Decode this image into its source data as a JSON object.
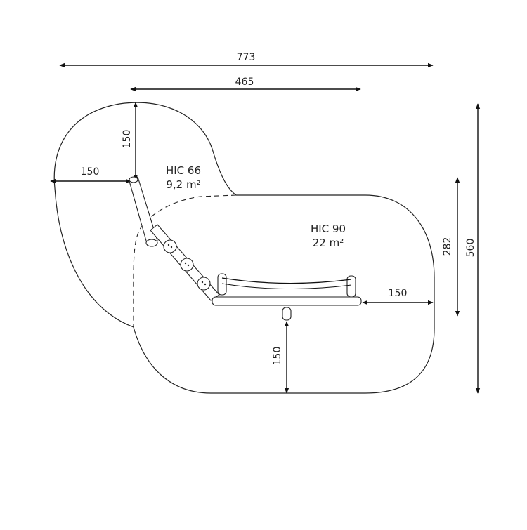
{
  "diagram": {
    "dimensions": {
      "total_width": "773",
      "inner_width": "465",
      "total_height": "560",
      "inner_height": "282",
      "left_top_vertical": "150",
      "left_horizontal": "150",
      "right_horizontal": "150",
      "bottom_vertical": "150"
    },
    "zones": {
      "hic66": {
        "label": "HIC 66",
        "area": "9,2 m²"
      },
      "hic90": {
        "label": "HIC 90",
        "area": "22 m²"
      }
    },
    "colors": {
      "ink": "#222222",
      "background": "#ffffff"
    }
  }
}
